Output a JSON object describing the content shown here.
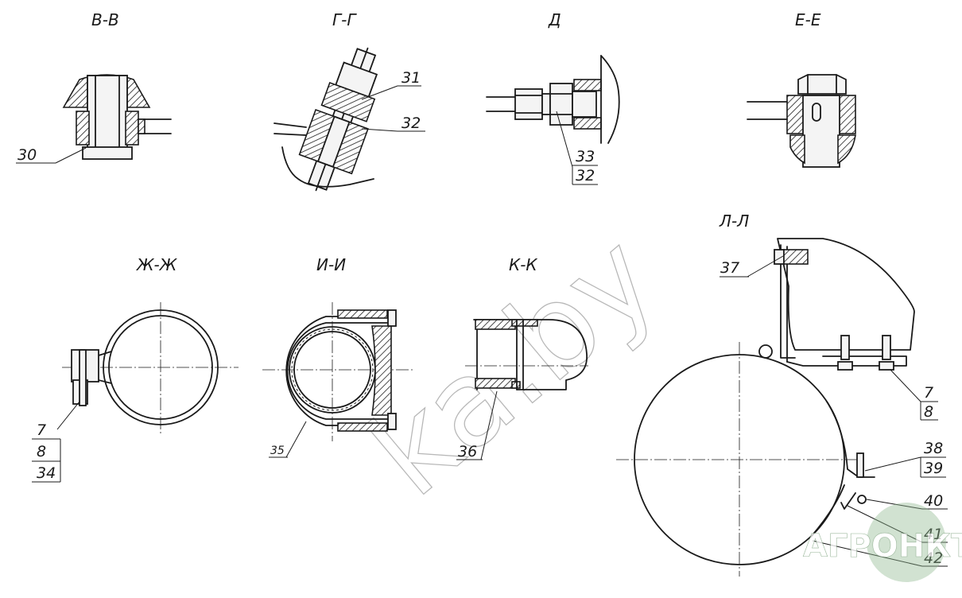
{
  "sections": {
    "vv": "В-В",
    "gg": "Г-Г",
    "d": "Д",
    "ee": "Е-Е",
    "zhzh": "Ж-Ж",
    "ii": "И-И",
    "kk": "К-К",
    "ll": "Л-Л"
  },
  "callouts": {
    "c30": "30",
    "c31": "31",
    "c32a": "32",
    "c33": "33",
    "c32b": "32",
    "c7a": "7",
    "c8a": "8",
    "c34": "34",
    "c35": "35",
    "c36": "36",
    "c37": "37",
    "c7b": "7",
    "c8b": "8",
    "c38": "38",
    "c39": "39",
    "c40": "40",
    "c41": "41",
    "c42": "42"
  },
  "watermark": "ka.by",
  "logo": "АГРОНКТ"
}
